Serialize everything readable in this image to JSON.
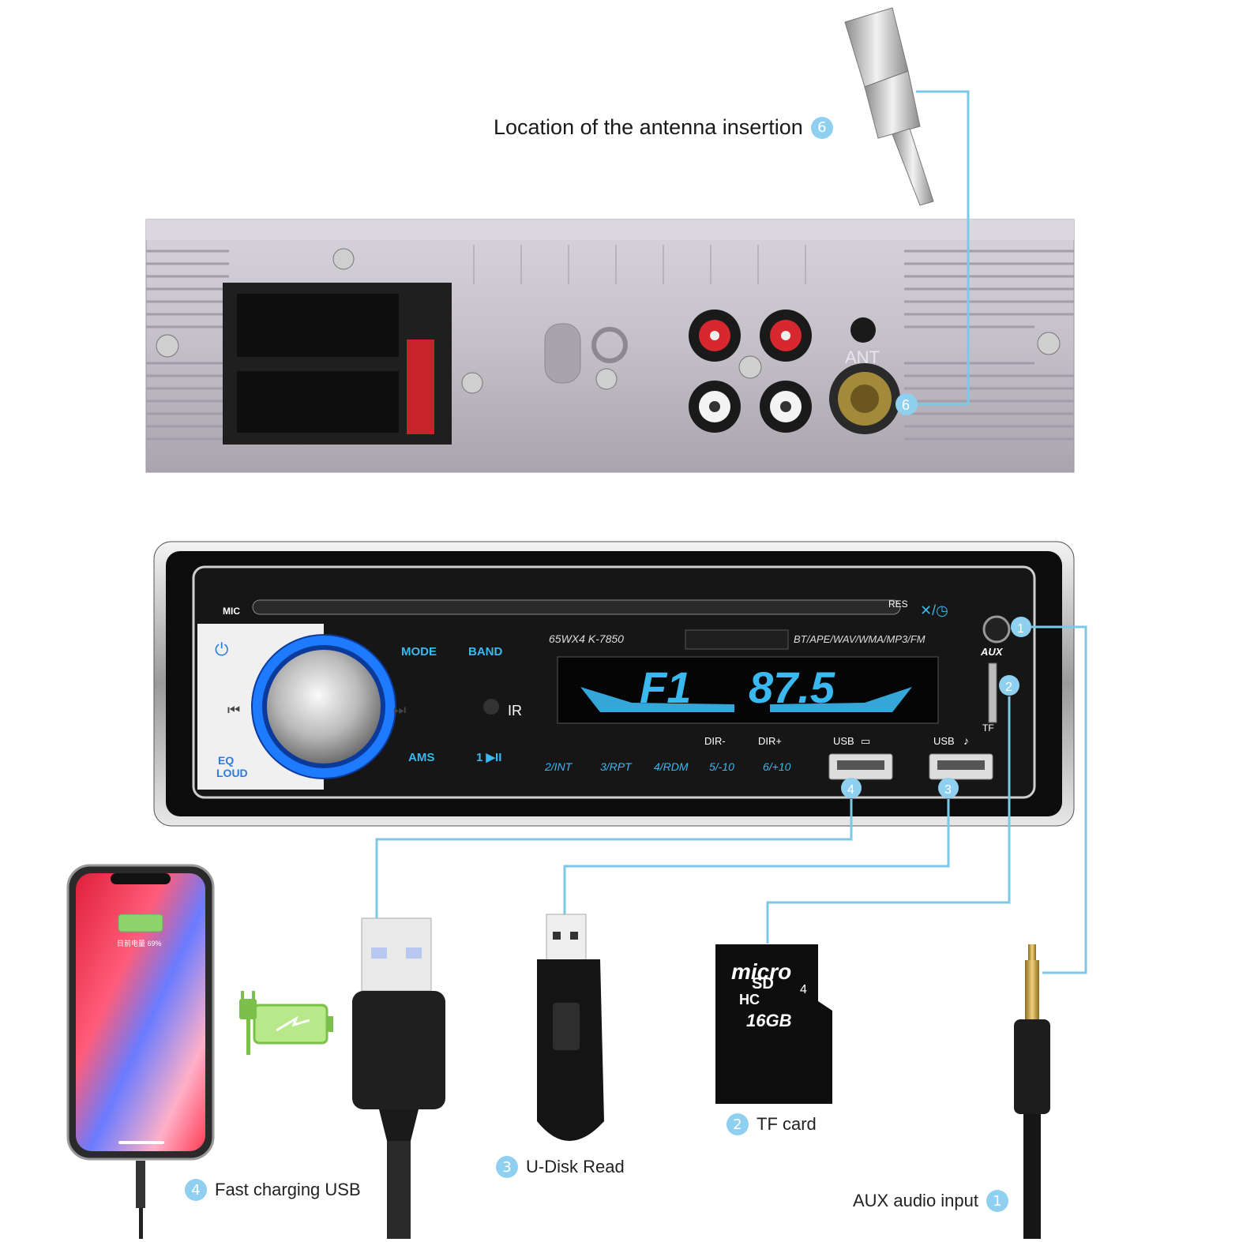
{
  "callouts": {
    "antenna": {
      "number": "6",
      "text": "Location of the antenna insertion"
    },
    "aux": {
      "number": "1",
      "text": "AUX audio input"
    },
    "tf": {
      "number": "2",
      "text": "TF card"
    },
    "udisk": {
      "number": "3",
      "text": "U-Disk Read"
    },
    "charging": {
      "number": "4",
      "text": "Fast charging USB"
    }
  },
  "rear_panel": {
    "ant_label": "ANT",
    "port_badge": "6"
  },
  "front_panel": {
    "mic": "MIC",
    "res": "RES",
    "model": "65WX4  K-7850",
    "formats": "BT/APE/WAV/WMA/MP3/FM",
    "display_band": "F1",
    "display_freq": "87.5",
    "mode": "MODE",
    "band": "BAND",
    "ams": "AMS",
    "play": "1 ▶II",
    "ir": "IR",
    "eq": "EQ",
    "loud": "LOUD",
    "aux": "AUX",
    "tf": "TF",
    "dir_minus": "DIR-",
    "dir_plus": "DIR+",
    "usb1": "USB",
    "usb2": "USB",
    "preset_buttons": [
      "2/INT",
      "3/RPT",
      "4/RDM",
      "5/-10",
      "6/+10"
    ],
    "badges": {
      "aux": "1",
      "tf": "2",
      "usb_music": "3",
      "usb_charge": "4"
    }
  },
  "accessories": {
    "phone_battery": "目前电量 69%",
    "sd_brand": "micro",
    "sd_type": "SD",
    "sd_hc": "HC",
    "sd_class": "4",
    "sd_capacity": "16GB"
  },
  "colors": {
    "callout_line": "#7cc8e8",
    "badge": "#8fd0f0",
    "display": "#3ab8f0",
    "knob_ring": "#1e7bff"
  }
}
